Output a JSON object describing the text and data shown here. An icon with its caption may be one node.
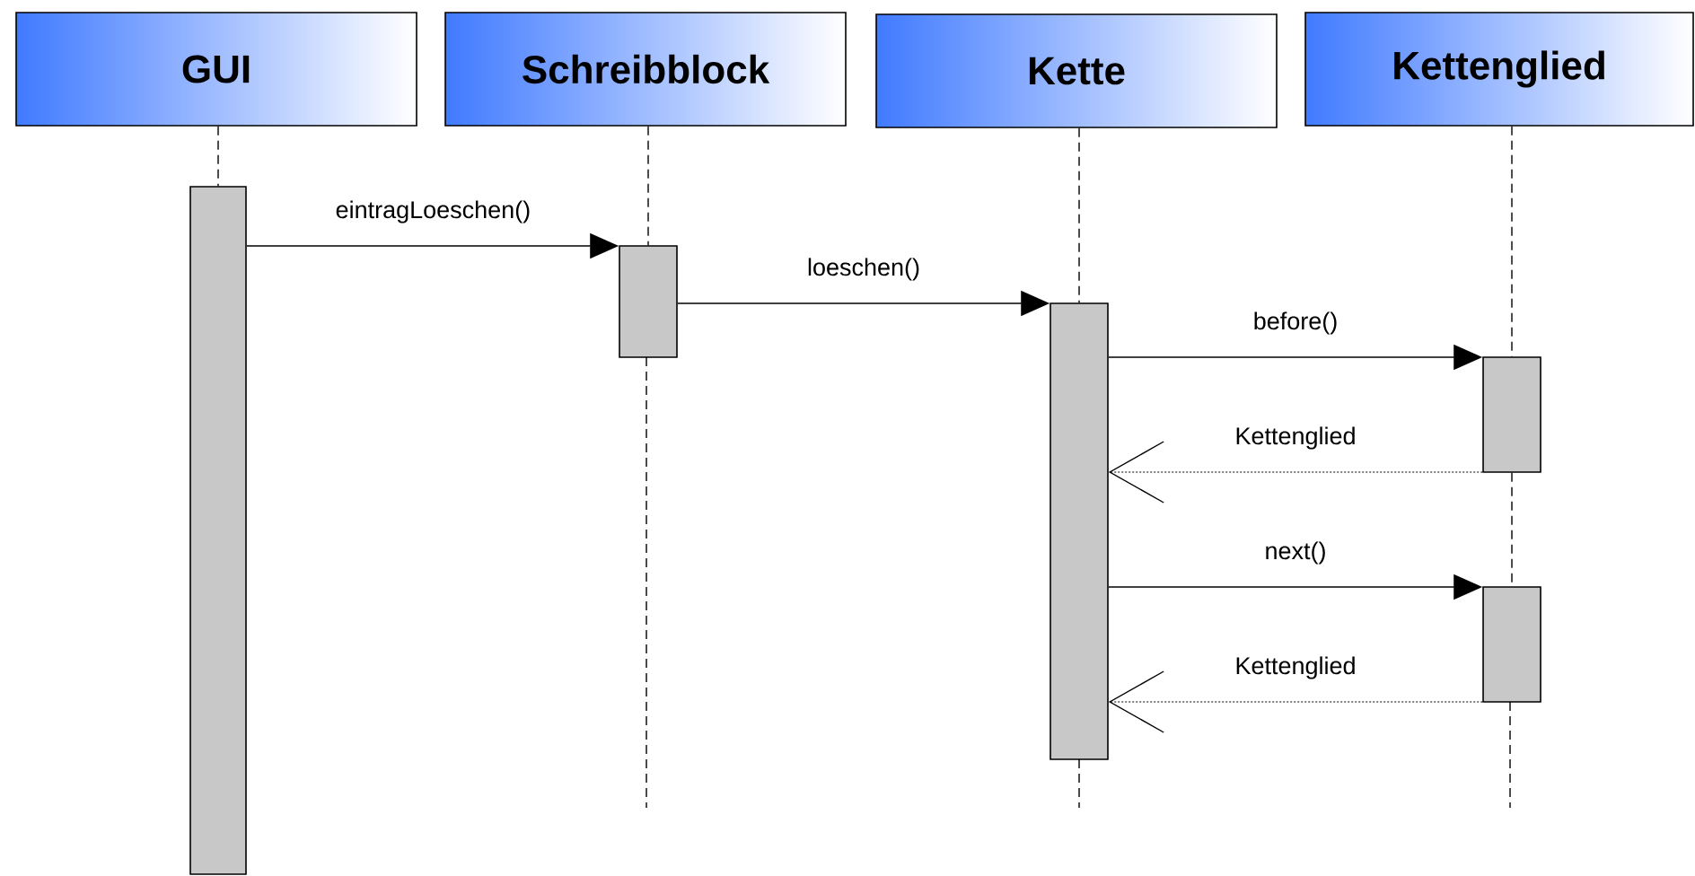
{
  "diagram": {
    "nodes": [
      {
        "text": [
          "GUI"
        ]
      },
      {
        "text": [
          "Schreibblock"
        ]
      },
      {
        "text": [
          "Kette"
        ]
      },
      {
        "text": [
          "Kettenglied"
        ]
      },
      {
        "text": [],
        "shape": "bar"
      },
      {
        "text": [],
        "shape": "bar"
      },
      {
        "text": [],
        "shape": "bar"
      },
      {
        "text": [],
        "shape": "bar"
      },
      {
        "text": [],
        "shape": "bar"
      }
    ],
    "edges": [
      {
        "from": 0,
        "to": 4,
        "arrow": "none",
        "style": "dashed"
      },
      {
        "from": 1,
        "to": 5,
        "arrow": "none",
        "style": "dashed"
      },
      {
        "from": 2,
        "to": 6,
        "arrow": "none",
        "style": "dashed"
      },
      {
        "from": 3,
        "to": 7,
        "arrow": "none",
        "style": "dashed"
      },
      {
        "from": 7,
        "to": 8,
        "arrow": "none",
        "style": "dashed"
      },
      {
        "from": 4,
        "to": 5,
        "arrow": "to",
        "label": "eintragLoeschen()"
      },
      {
        "from": 5,
        "to": 6,
        "arrow": "to",
        "label": "loeschen()"
      },
      {
        "from": 6,
        "to": 7,
        "arrow": "to",
        "label": "before()"
      },
      {
        "from": 7,
        "to": 6,
        "arrow": "to",
        "label": "Kettenglied",
        "style": "dashed"
      },
      {
        "from": 6,
        "to": 8,
        "arrow": "to",
        "label": "next()"
      },
      {
        "from": 8,
        "to": 6,
        "arrow": "to",
        "label": "Kettenglied",
        "style": "dashed"
      }
    ]
  }
}
